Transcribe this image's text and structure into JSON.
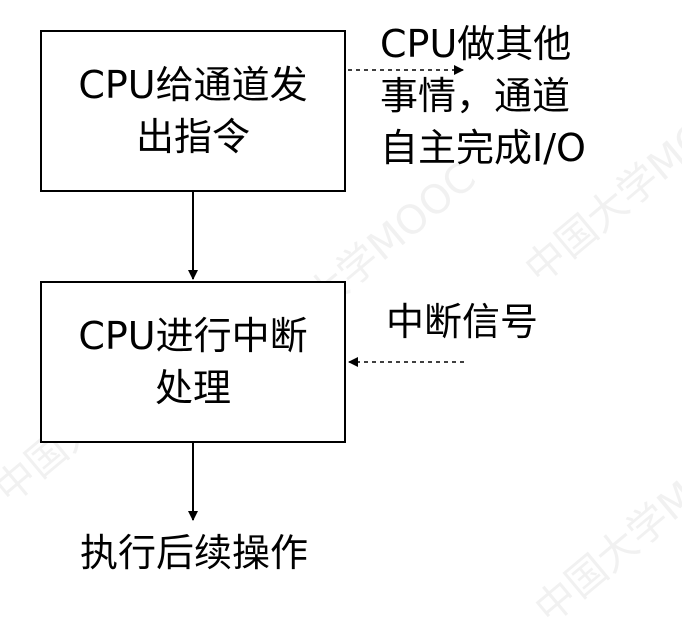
{
  "nodes": {
    "cpu_issue": [
      "CPU给通道发",
      "出指令"
    ],
    "cpu_interrupt": [
      "CPU进行中断",
      "处理"
    ]
  },
  "notes": {
    "channel_io": [
      "CPU做其他",
      "事情，通道",
      "自主完成I/O"
    ],
    "interrupt_signal": "中断信号"
  },
  "final_step": "执行后续操作",
  "watermarks": {
    "text": "中国大学MOOC"
  },
  "colors": {
    "stroke": "#000000",
    "background": "#ffffff"
  }
}
